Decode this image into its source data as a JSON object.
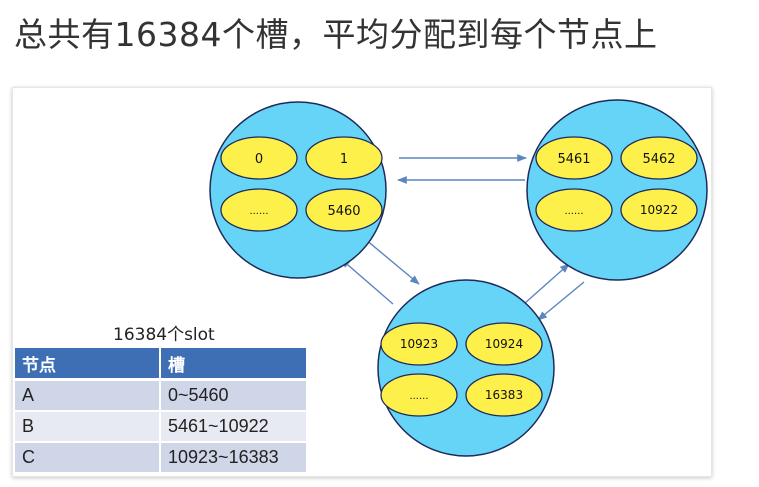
{
  "heading": "总共有16384个槽，平均分配到每个节点上",
  "diagram": {
    "slot_caption": "16384个slot",
    "nodes": [
      {
        "slots": [
          "0",
          "1",
          "......",
          "5460"
        ]
      },
      {
        "slots": [
          "5461",
          "5462",
          "......",
          "10922"
        ]
      },
      {
        "slots": [
          "10923",
          "10924",
          "......",
          "16383"
        ]
      }
    ],
    "colors": {
      "node_fill": "#66d4f6",
      "slot_fill": "#fdf04a",
      "outline": "#1d2a5a",
      "arrow": "#5b86c0"
    }
  },
  "table": {
    "headers": [
      "节点",
      "槽"
    ],
    "rows": [
      [
        "A",
        "0~5460"
      ],
      [
        "B",
        "5461~10922"
      ],
      [
        "C",
        "10923~16383"
      ]
    ],
    "colors": {
      "header_bg": "#3e6fb5",
      "row_dark": "#cfd6e8",
      "row_light": "#e7eaf3"
    }
  }
}
